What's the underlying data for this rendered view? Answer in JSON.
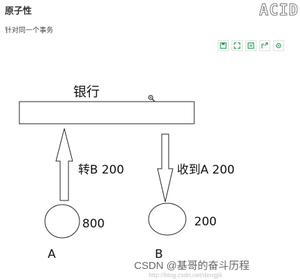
{
  "header": {
    "title": "原子性",
    "subtitle": "针对同一个事务",
    "corner_text": "ACID"
  },
  "toolbar": {
    "accent": "#2e9e5b",
    "icons": [
      "save-icon",
      "fullscreen-icon",
      "export-icon",
      "share-icon",
      "settings-icon"
    ]
  },
  "diagram": {
    "bank_label": "银行",
    "left_arrow_label": "转B 200",
    "right_arrow_label": "收到A 200",
    "account_a_balance": "800",
    "account_b_balance": "200",
    "account_a_name": "A",
    "account_b_name": "B"
  },
  "watermark": {
    "text": "CSDN @基哥的奋斗历程",
    "url": "http://blog.csdn.net/dengjili"
  }
}
